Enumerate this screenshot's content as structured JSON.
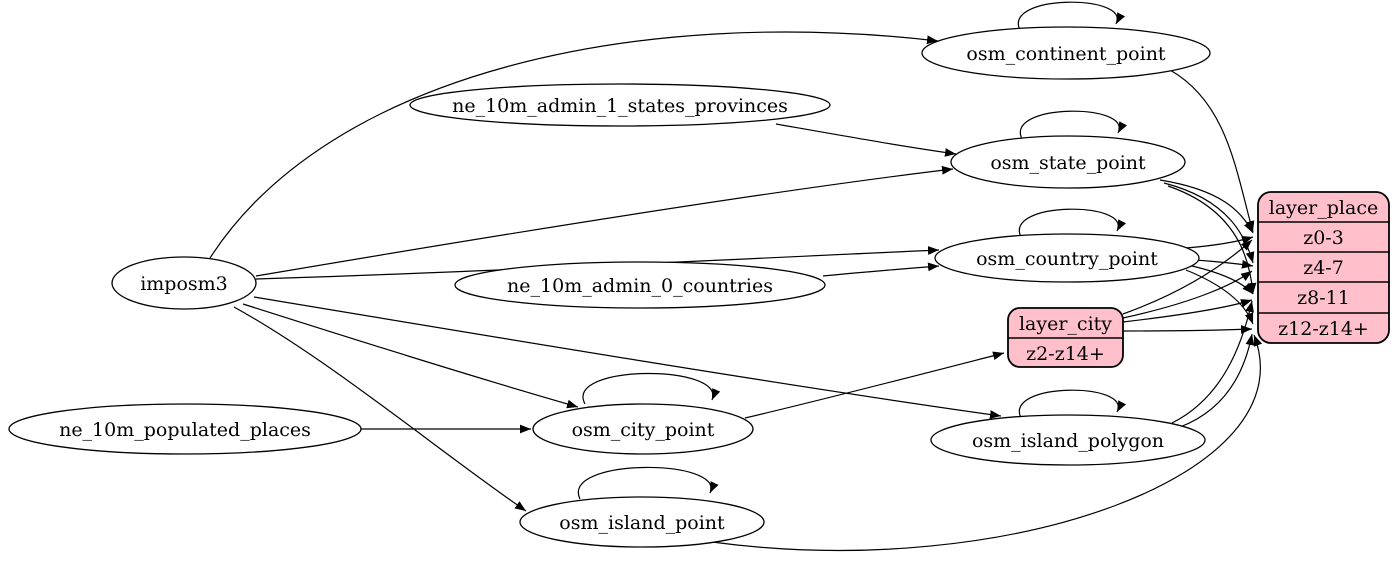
{
  "diagram": {
    "type": "graphviz-etl-dependency-graph",
    "background_color": "#ffffff",
    "edge_color": "#000000",
    "ellipse_fill": "#ffffff",
    "record_fill": "#ffc0cb",
    "nodes": {
      "imposm3": {
        "label": "imposm3",
        "shape": "ellipse"
      },
      "ne_10m_admin_1_states_provinces": {
        "label": "ne_10m_admin_1_states_provinces",
        "shape": "ellipse"
      },
      "ne_10m_admin_0_countries": {
        "label": "ne_10m_admin_0_countries",
        "shape": "ellipse"
      },
      "ne_10m_populated_places": {
        "label": "ne_10m_populated_places",
        "shape": "ellipse"
      },
      "osm_continent_point": {
        "label": "osm_continent_point",
        "shape": "ellipse"
      },
      "osm_state_point": {
        "label": "osm_state_point",
        "shape": "ellipse"
      },
      "osm_country_point": {
        "label": "osm_country_point",
        "shape": "ellipse"
      },
      "osm_city_point": {
        "label": "osm_city_point",
        "shape": "ellipse"
      },
      "osm_island_polygon": {
        "label": "osm_island_polygon",
        "shape": "ellipse"
      },
      "osm_island_point": {
        "label": "osm_island_point",
        "shape": "ellipse"
      },
      "layer_city": {
        "title": "layer_city",
        "rows": [
          "z2-z14+"
        ],
        "shape": "record",
        "fill": "#ffc0cb"
      },
      "layer_place": {
        "title": "layer_place",
        "rows": [
          "z0-3",
          "z4-7",
          "z8-11",
          "z12-z14+"
        ],
        "shape": "record",
        "fill": "#ffc0cb"
      }
    },
    "edges": [
      {
        "from": "imposm3",
        "to": "osm_continent_point"
      },
      {
        "from": "imposm3",
        "to": "osm_state_point"
      },
      {
        "from": "imposm3",
        "to": "osm_country_point"
      },
      {
        "from": "imposm3",
        "to": "osm_city_point"
      },
      {
        "from": "imposm3",
        "to": "osm_island_polygon"
      },
      {
        "from": "imposm3",
        "to": "osm_island_point"
      },
      {
        "from": "ne_10m_admin_1_states_provinces",
        "to": "osm_state_point"
      },
      {
        "from": "ne_10m_admin_0_countries",
        "to": "osm_country_point"
      },
      {
        "from": "ne_10m_populated_places",
        "to": "osm_city_point"
      },
      {
        "from": "osm_continent_point",
        "to": "osm_continent_point"
      },
      {
        "from": "osm_state_point",
        "to": "osm_state_point"
      },
      {
        "from": "osm_country_point",
        "to": "osm_country_point"
      },
      {
        "from": "osm_city_point",
        "to": "osm_city_point"
      },
      {
        "from": "osm_island_polygon",
        "to": "osm_island_polygon"
      },
      {
        "from": "osm_island_point",
        "to": "osm_island_point"
      },
      {
        "from": "osm_continent_point",
        "to": "layer_place",
        "to_port": "z0-3"
      },
      {
        "from": "osm_state_point",
        "to": "layer_place",
        "to_port": "z0-3"
      },
      {
        "from": "osm_state_point",
        "to": "layer_place",
        "to_port": "z4-7"
      },
      {
        "from": "osm_state_point",
        "to": "layer_place",
        "to_port": "z8-11"
      },
      {
        "from": "osm_country_point",
        "to": "layer_place",
        "to_port": "z0-3"
      },
      {
        "from": "osm_country_point",
        "to": "layer_place",
        "to_port": "z4-7"
      },
      {
        "from": "osm_country_point",
        "to": "layer_place",
        "to_port": "z8-11"
      },
      {
        "from": "osm_country_point",
        "to": "layer_place",
        "to_port": "z12-z14+"
      },
      {
        "from": "osm_city_point",
        "to": "layer_city",
        "to_port": "z2-z14+"
      },
      {
        "from": "layer_city",
        "to": "layer_place",
        "to_port": "z0-3"
      },
      {
        "from": "layer_city",
        "to": "layer_place",
        "to_port": "z4-7"
      },
      {
        "from": "layer_city",
        "to": "layer_place",
        "to_port": "z8-11"
      },
      {
        "from": "layer_city",
        "to": "layer_place",
        "to_port": "z12-z14+"
      },
      {
        "from": "osm_island_polygon",
        "to": "layer_place",
        "to_port": "z8-11"
      },
      {
        "from": "osm_island_polygon",
        "to": "layer_place",
        "to_port": "z12-z14+"
      },
      {
        "from": "osm_island_point",
        "to": "layer_place",
        "to_port": "z12-z14+"
      }
    ]
  }
}
